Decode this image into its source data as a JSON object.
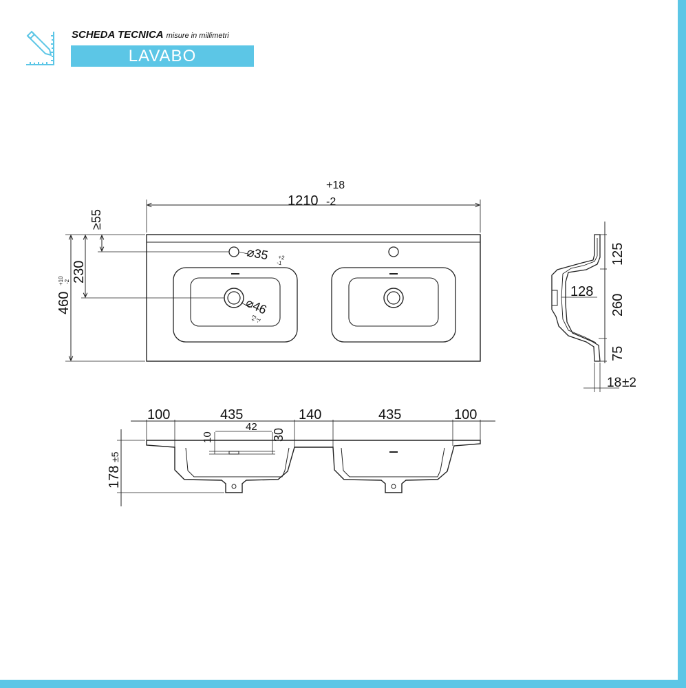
{
  "header": {
    "title": "SCHEDA TECNICA",
    "subtitle": "misure in millimetri",
    "product": "LAVABO",
    "icon": "ruler-pencil-icon",
    "accent_color": "#5cc6e6"
  },
  "top_view": {
    "overall_width": "1210",
    "width_tol_plus": "+18",
    "width_tol_minus": "-2",
    "min_edge": "≥55",
    "depth": "460",
    "depth_tol_plus": "+10",
    "depth_tol_minus": "-2",
    "drain_offset": "230",
    "tap_hole": "⌀35",
    "tap_tol_plus": "+2",
    "tap_tol_minus": "-1",
    "drain_hole": "⌀46",
    "drain_tol_plus": "+3",
    "drain_tol_minus": "-1"
  },
  "front_view": {
    "side_left": "100",
    "basin_left": "435",
    "center_gap": "140",
    "basin_right": "435",
    "side_right": "100",
    "overflow_width": "42",
    "overflow_height": "10",
    "overflow_depth": "30",
    "total_height": "178",
    "height_tol": "±5"
  },
  "side_view": {
    "top_section": "125",
    "mid_section": "260",
    "bottom_section": "75",
    "basin_depth": "128",
    "thickness": "18",
    "thickness_tol": "±2"
  }
}
